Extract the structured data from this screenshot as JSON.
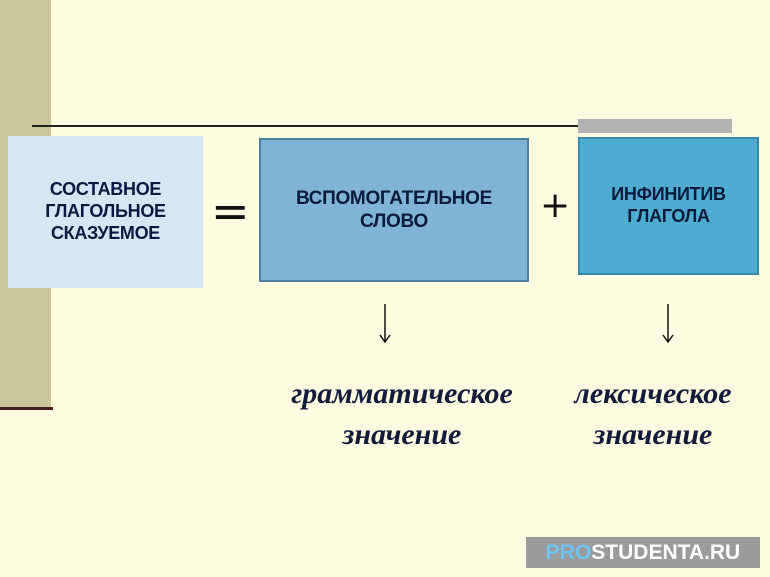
{
  "diagram": {
    "predicate_box": "СОСТАВНОЕ\nГЛАГОЛЬНОЕ\n СКАЗУЕМОЕ",
    "equals_sign": "=",
    "auxiliary_box": "ВСПОМОГАТЕЛЬНОЕ\nСЛОВО",
    "plus_sign": "+",
    "infinitive_box": "ИНФИНИТИВ\nГЛАГОЛА",
    "caption_left": "грамматическое\nзначение",
    "caption_right": "лексическое\nзначение"
  },
  "watermark": {
    "prefix": "PRO",
    "rest": "STUDENTA.RU",
    "prefix_color": "#6fc4f0",
    "background_color": "#9b9b9b"
  },
  "colors": {
    "background": "#fdfce0",
    "side_bar": "#cbc79a",
    "predicate_box": "#d6e6f4",
    "auxiliary_box": "#7fb4d6",
    "infinitive_box": "#4eacd2"
  }
}
